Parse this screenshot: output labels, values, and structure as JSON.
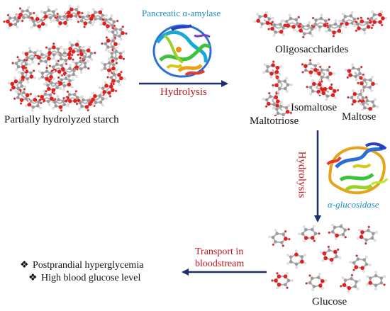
{
  "labels": {
    "starch": "Partially hydrolyzed starch",
    "enzyme1": "Pancreatic α-amylase",
    "hydrolysis1": "Hydrolysis",
    "oligosaccharides": "Oligosaccharides",
    "isomaltose": "Isomaltose",
    "maltotriose": "Maltotriose",
    "maltose": "Maltose",
    "hydrolysis2": "Hydrolysis",
    "enzyme2": "α-glucosidase",
    "transport_line1": "Transport in",
    "transport_line2": "bloodstream",
    "glucose": "Glucose"
  },
  "outcomes": [
    {
      "marker": "❖",
      "text": "Postprandial hyperglycemia"
    },
    {
      "marker": "❖",
      "text": "High blood glucose level"
    }
  ],
  "colors": {
    "enzyme_label": "#1a8fc9",
    "hydrolysis": "#c0161d",
    "arrow": "#1f2f6e",
    "oxygen_atom": "#e02020",
    "carbon_atom": "#9a9a9a",
    "hydrogen_atom": "#e6e6e6"
  },
  "icons": {
    "molecule": "ball-and-stick-molecule-icon",
    "protein": "protein-ribbon-structure-icon",
    "bullet": "diamond-bullet-icon"
  }
}
